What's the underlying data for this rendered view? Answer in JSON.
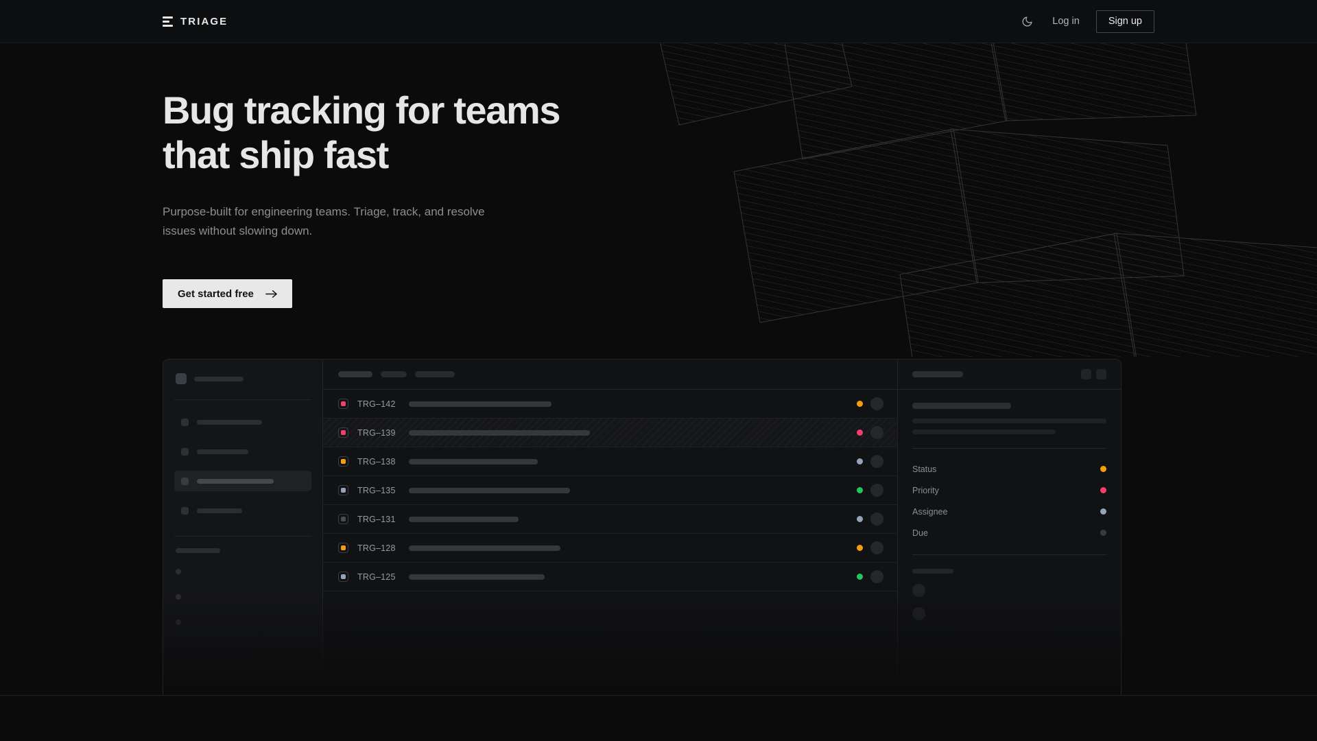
{
  "brand": {
    "name": "TRIAGE",
    "mark_icon": "stacked-bars-logo-icon"
  },
  "header": {
    "theme_toggle_icon": "moon-icon",
    "login_label": "Log in",
    "signup_label": "Sign up"
  },
  "hero": {
    "heading_line1": "Bug tracking for teams",
    "heading_line2": "that ship fast",
    "subheading": "Purpose-built for engineering teams. Triage, track, and resolve issues without slowing down.",
    "cta_label": "Get started free",
    "cta_icon": "arrow-right-icon"
  },
  "colors": {
    "page_bg": "#0b0b0c",
    "panel_bg": "#111214",
    "sidebar_bg": "#141517",
    "border": "#232427",
    "cta_bg": "#e8e8e8",
    "text_primary": "#e6e6e7",
    "text_muted": "#8d8e91",
    "status_orange": "#f59e0b",
    "status_pink": "#f43f6e",
    "status_slate": "#94a3b8",
    "status_green": "#22c55e",
    "status_gray": "#3a3b3f"
  },
  "mockup": {
    "sidebar": {
      "workspace_label_width": 72,
      "nav_items": [
        {
          "name": "nav-item-1",
          "width": 95,
          "active": false
        },
        {
          "name": "nav-item-2",
          "width": 75,
          "active": false
        },
        {
          "name": "nav-item-3",
          "width": 112,
          "active": true
        },
        {
          "name": "nav-item-4",
          "width": 66,
          "active": false
        }
      ],
      "section_label_width": 65,
      "sub_items": [
        {
          "name": "sub-item-1"
        },
        {
          "name": "sub-item-2"
        },
        {
          "name": "sub-item-3"
        }
      ]
    },
    "list": {
      "toolbar_pills": [
        {
          "width": 50,
          "bright": true
        },
        {
          "width": 38,
          "bright": false
        },
        {
          "width": 58,
          "bright": false
        }
      ],
      "rows": [
        {
          "id": "TRG–142",
          "priority_color": "#f43f6e",
          "title_width": 208,
          "status_color": "#f59e0b",
          "selected": false
        },
        {
          "id": "TRG–139",
          "priority_color": "#f43f6e",
          "title_width": 264,
          "status_color": "#f43f6e",
          "selected": true
        },
        {
          "id": "TRG–138",
          "priority_color": "#f59e0b",
          "title_width": 188,
          "status_color": "#94a3b8",
          "selected": false
        },
        {
          "id": "TRG–135",
          "priority_color": "#94a3b8",
          "title_width": 235,
          "status_color": "#22c55e",
          "selected": false
        },
        {
          "id": "TRG–131",
          "priority_color": "#4b4d52",
          "title_width": 160,
          "status_color": "#94a3b8",
          "selected": false
        },
        {
          "id": "TRG–128",
          "priority_color": "#f59e0b",
          "title_width": 221,
          "status_color": "#f59e0b",
          "selected": false
        },
        {
          "id": "TRG–125",
          "priority_color": "#94a3b8",
          "title_width": 198,
          "status_color": "#22c55e",
          "selected": false
        }
      ]
    },
    "detail": {
      "title_skeleton_width": 144,
      "desc_skeleton_widths": [
        283,
        209
      ],
      "meta": [
        {
          "label": "Status",
          "dot_color": "#f59e0b"
        },
        {
          "label": "Priority",
          "dot_color": "#f43f6e"
        },
        {
          "label": "Assignee",
          "dot_color": "#94a3b8"
        },
        {
          "label": "Due",
          "dot_color": "#3a3b3f"
        }
      ],
      "activity_label_width": 60,
      "activity_avatars": 2
    }
  }
}
